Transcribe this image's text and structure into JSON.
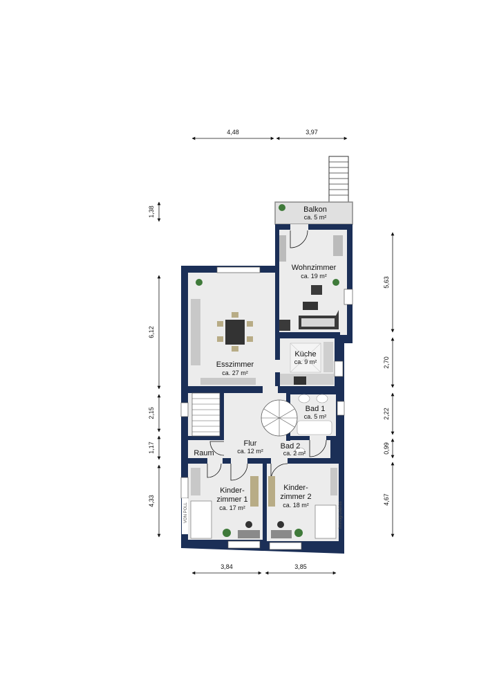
{
  "colors": {
    "wall": "#1b2f57",
    "floor": "#ececec",
    "furniture": "#3a3a3a",
    "plant": "#3f7a3a",
    "balcony": "#e0e0e0"
  },
  "rooms": {
    "balkon": {
      "name": "Balkon",
      "area": "ca. 5 m²"
    },
    "wohnzimmer": {
      "name": "Wohnzimmer",
      "area": "ca. 19 m²"
    },
    "esszimmer": {
      "name": "Esszimmer",
      "area": "ca. 27 m²"
    },
    "kueche": {
      "name": "Küche",
      "area": "ca. 9 m²"
    },
    "bad1": {
      "name": "Bad 1",
      "area": "ca. 5 m²"
    },
    "bad2": {
      "name": "Bad 2",
      "area": "ca. 2 m²"
    },
    "flur": {
      "name": "Flur",
      "area": "ca. 12 m²"
    },
    "raum": {
      "name": "Raum"
    },
    "kinder1": {
      "name_line1": "Kinder-",
      "name_line2": "zimmer 1",
      "area": "ca. 17 m²"
    },
    "kinder2": {
      "name_line1": "Kinder-",
      "name_line2": "zimmer 2",
      "area": "ca. 18 m²"
    }
  },
  "dimensions": {
    "top": [
      "4,48",
      "3,97"
    ],
    "bottom": [
      "3,84",
      "3,85"
    ],
    "left": [
      "1,38",
      "6,12",
      "2,15",
      "1,17",
      "4,33"
    ],
    "right": [
      "5,63",
      "2,70",
      "2,22",
      "0,99",
      "4,67"
    ]
  },
  "watermarks": {
    "logo_text": "VON POLL",
    "brand": "Immogrundriss"
  }
}
